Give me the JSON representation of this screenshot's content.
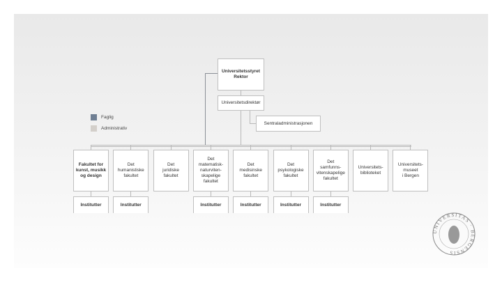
{
  "top": {
    "board": "Universitetsstyret\nRektor",
    "director": "Universitetsdirektør",
    "central": "Sentraladministrasjonen"
  },
  "legend": [
    {
      "label": "Faglig",
      "color": "#6f7f93"
    },
    {
      "label": "Administrativ",
      "color": "#d3cfca"
    }
  ],
  "units": [
    "Fakultet for\nkunst, musikk\nog design",
    "Det\nhumanistiske\nfakultet",
    "Det\njuridiske\nfakultet",
    "Det\nmatematisk-\nnaturviten-\nskapelige\nfakultet",
    "Det\nmedisinske\nfakultet",
    "Det\npsykologiske\nfakultet",
    "Det\nsamfunns-\nvitenskapelige\nfakultet",
    "Universitets-\nbiblioteket",
    "Universitets-\nmuseet\ni Bergen"
  ],
  "institutter_label": "Institutter",
  "logo_text": "UNIVERSITAS BERGENSIS"
}
